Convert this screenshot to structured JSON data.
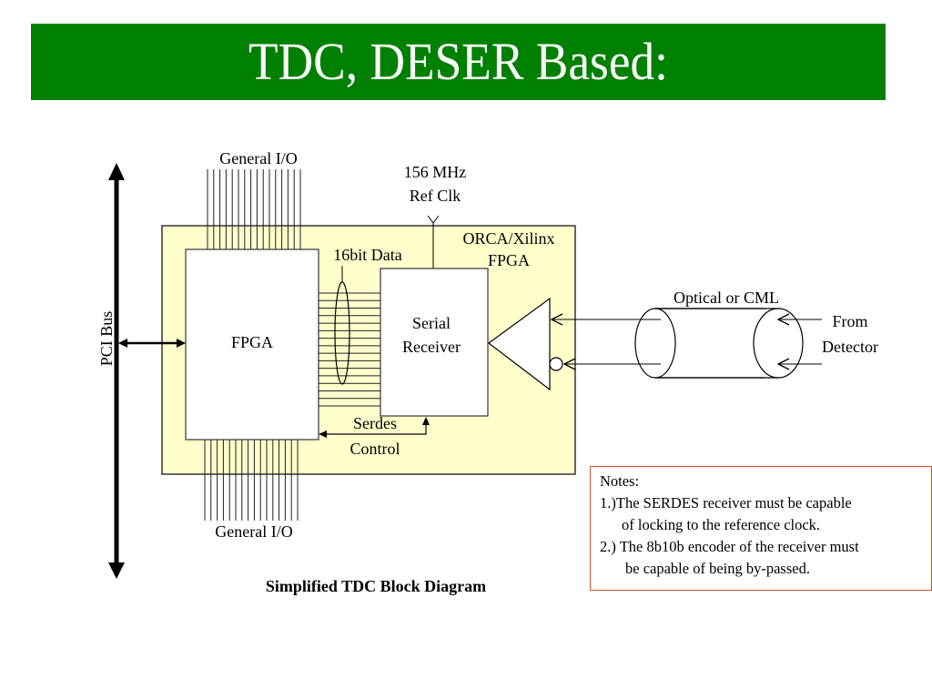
{
  "slide": {
    "title": "TDC, DESER Based:",
    "title_bar_color": "#008000",
    "caption": "Simplified TDC Block Diagram"
  },
  "diagram": {
    "pci_bus_label": "PCI Bus",
    "general_io_top_label": "General I/O",
    "general_io_bottom_label": "General I/O",
    "general_io_top_line_count": 16,
    "general_io_bottom_line_count": 16,
    "data_bus_line_count": 16,
    "board_label_line1": "ORCA/Xilinx",
    "board_label_line2": "FPGA",
    "board_color": "#ffffcc",
    "fpga_label": "FPGA",
    "data_label": "16bit Data",
    "ref_clk_line1": "156 MHz",
    "ref_clk_line2": "Ref Clk",
    "serial_receiver_line1": "Serial",
    "serial_receiver_line2": "Receiver",
    "serdes_control_line1": "Serdes",
    "serdes_control_line2": "Control",
    "link_label": "Optical or CML",
    "source_line1": "From",
    "source_line2": "Detector"
  },
  "notes": {
    "heading": "Notes:",
    "note1_line1": "1.)The SERDES receiver must be capable",
    "note1_line2": "of locking to the reference clock.",
    "note2_line1": "2.) The 8b10b encoder of the receiver must",
    "note2_line2": "be capable of being by-passed.",
    "border_color": "#c8553d"
  }
}
